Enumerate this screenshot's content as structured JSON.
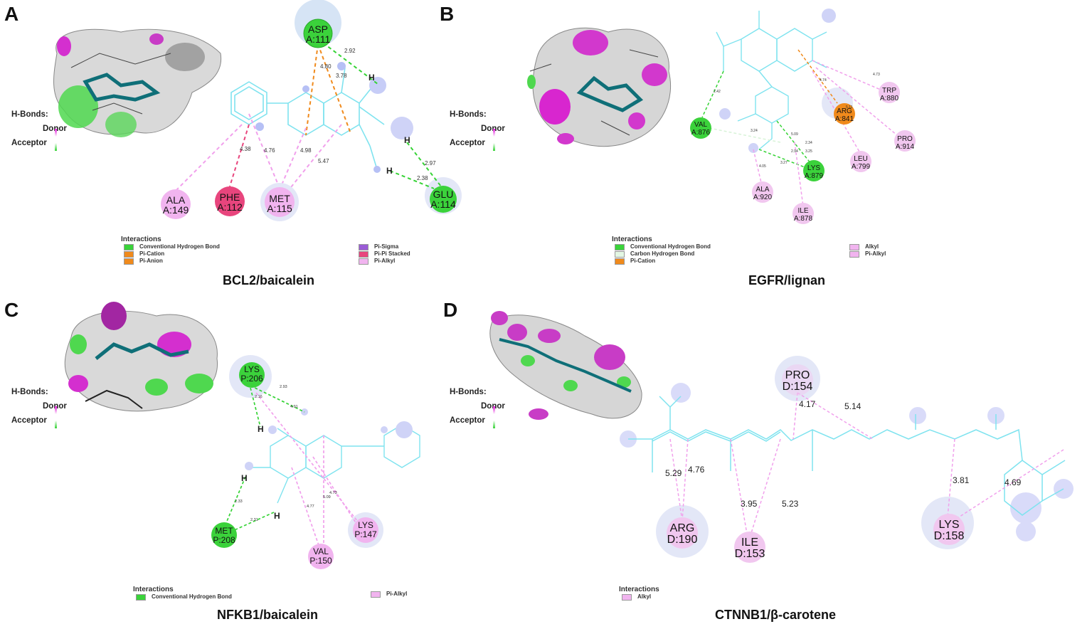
{
  "legend_common": {
    "hbonds_title": "H-Bonds:",
    "donor": "Donor",
    "acceptor": "Acceptor",
    "interactions_title": "Interactions"
  },
  "colors": {
    "conventional_hbond": "#39d339",
    "carbon_hbond": "#e3f7e3",
    "pi_cation": "#f08a1c",
    "pi_anion": "#f08a1c",
    "pi_sigma": "#9a5cd6",
    "pi_pi_stacked": "#e8457d",
    "pi_alkyl": "#f1b4ef",
    "alkyl": "#f1b4ef",
    "donor": "#e11fd9",
    "acceptor": "#35d335",
    "ligand_stroke": "#7fe3ef"
  },
  "panels": {
    "a": {
      "letter": "A",
      "caption": "BCL2/baicalein",
      "legend_left": [
        "Conventional Hydrogen Bond",
        "Pi-Cation",
        "Pi-Anion"
      ],
      "legend_right": [
        "Pi-Sigma",
        "Pi-Pi Stacked",
        "Pi-Alkyl"
      ],
      "residues": [
        {
          "name": "ASP",
          "id": "A:111"
        },
        {
          "name": "ALA",
          "id": "A:149"
        },
        {
          "name": "PHE",
          "id": "A:112"
        },
        {
          "name": "MET",
          "id": "A:115"
        },
        {
          "name": "GLU",
          "id": "A:114"
        }
      ],
      "distances": [
        "2.92",
        "4.80",
        "3.78",
        "4.38",
        "4.76",
        "4.98",
        "5.47",
        "2.97",
        "2.38"
      ],
      "atoms": [
        "H",
        "H",
        "H"
      ]
    },
    "b": {
      "letter": "B",
      "caption": "EGFR/lignan",
      "legend_left": [
        "Conventional Hydrogen Bond",
        "Carbon Hydrogen Bond",
        "Pi-Cation"
      ],
      "legend_right": [
        "Alkyl",
        "Pi-Alkyl"
      ],
      "residues": [
        {
          "name": "VAL",
          "id": "A:876"
        },
        {
          "name": "ARG",
          "id": "A:841"
        },
        {
          "name": "TRP",
          "id": "A:880"
        },
        {
          "name": "PRO",
          "id": "A:914"
        },
        {
          "name": "LEU",
          "id": "A:799"
        },
        {
          "name": "LYS",
          "id": "A:879"
        },
        {
          "name": "ALA",
          "id": "A:920"
        },
        {
          "name": "ILE",
          "id": "A:878"
        }
      ],
      "distances": [
        "2.42",
        "4.74",
        "4.73",
        "5.11",
        "3.24",
        "5.09",
        "2.34",
        "2.94",
        "3.25",
        "4.05",
        "3.27"
      ]
    },
    "c": {
      "letter": "C",
      "caption": "NFKB1/baicalein",
      "legend_left": [
        "Conventional Hydrogen Bond"
      ],
      "legend_right": [
        "Pi-Alkyl"
      ],
      "residues": [
        {
          "name": "LYS",
          "id": "P:206"
        },
        {
          "name": "MET",
          "id": "P:208"
        },
        {
          "name": "VAL",
          "id": "P:150"
        },
        {
          "name": "LYS",
          "id": "P:147"
        }
      ],
      "distances": [
        "2.93",
        "2.16",
        "4.91",
        "2.33",
        "2.31",
        "4.77",
        "5.09",
        "4.73"
      ],
      "atoms": [
        "H",
        "H",
        "H"
      ]
    },
    "d": {
      "letter": "D",
      "caption": "CTNNB1/β-carotene",
      "legend_left": [
        "Alkyl"
      ],
      "residues": [
        {
          "name": "PRO",
          "id": "D:154"
        },
        {
          "name": "ARG",
          "id": "D:190"
        },
        {
          "name": "ILE",
          "id": "D:153"
        },
        {
          "name": "LYS",
          "id": "D:158"
        }
      ],
      "distances": [
        "4.17",
        "5.14",
        "5.29",
        "4.76",
        "3.95",
        "5.23",
        "3.81",
        "4.69"
      ]
    }
  }
}
